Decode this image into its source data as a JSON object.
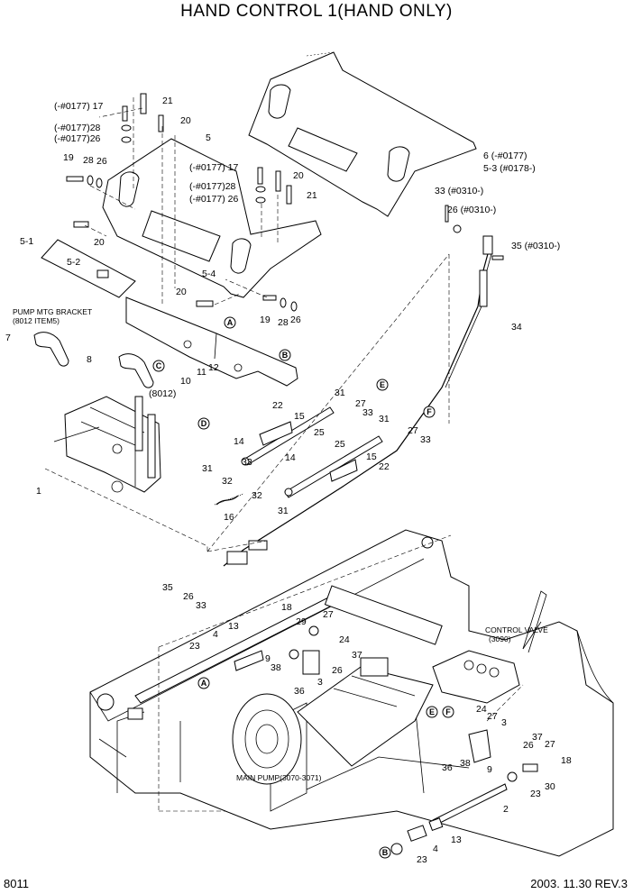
{
  "title": "HAND CONTROL 1(HAND ONLY)",
  "page_number": "8011",
  "revision": "2003. 11.30  REV.3",
  "references": {
    "pump_bracket_1": "PUMP MTG BRACKET",
    "pump_bracket_2": "(8012 ITEM5)",
    "ref_8012": "(8012)",
    "control_valve_1": "CONTROL VALVE",
    "control_valve_2": "(3090)",
    "main_pump": "MAIN PUMP(3070-3071)"
  },
  "callouts": [
    "A",
    "B",
    "C",
    "D",
    "E",
    "F",
    "A",
    "E",
    "F",
    "B"
  ],
  "labels": [
    "(-#0177) 17",
    "21",
    "20",
    "(-#0177)28",
    "(-#0177)26",
    "5",
    "19",
    "28",
    "26",
    "(-#0177) 17",
    "20",
    "(-#0177)28",
    "(-#0177) 26",
    "21",
    "6 (-#0177)",
    "5-3 (#0178-)",
    "5-1",
    "5-2",
    "20",
    "5-4",
    "20",
    "19",
    "28",
    "26",
    "33 (#0310-)",
    "26 (#0310-)",
    "35 (#0310-)",
    "34",
    "7",
    "8",
    "10",
    "11",
    "12",
    "31",
    "27",
    "33",
    "31",
    "22",
    "15",
    "25",
    "14",
    "25",
    "27",
    "33",
    "31",
    "14",
    "22",
    "15",
    "33",
    "32",
    "32",
    "31",
    "1",
    "16",
    "35",
    "26",
    "33",
    "18",
    "13",
    "4",
    "23",
    "29",
    "27",
    "24",
    "37",
    "9",
    "38",
    "26",
    "36",
    "3",
    "24",
    "27",
    "3",
    "37",
    "26",
    "27",
    "36",
    "38",
    "9",
    "18",
    "30",
    "23",
    "2",
    "4",
    "13",
    "23"
  ]
}
